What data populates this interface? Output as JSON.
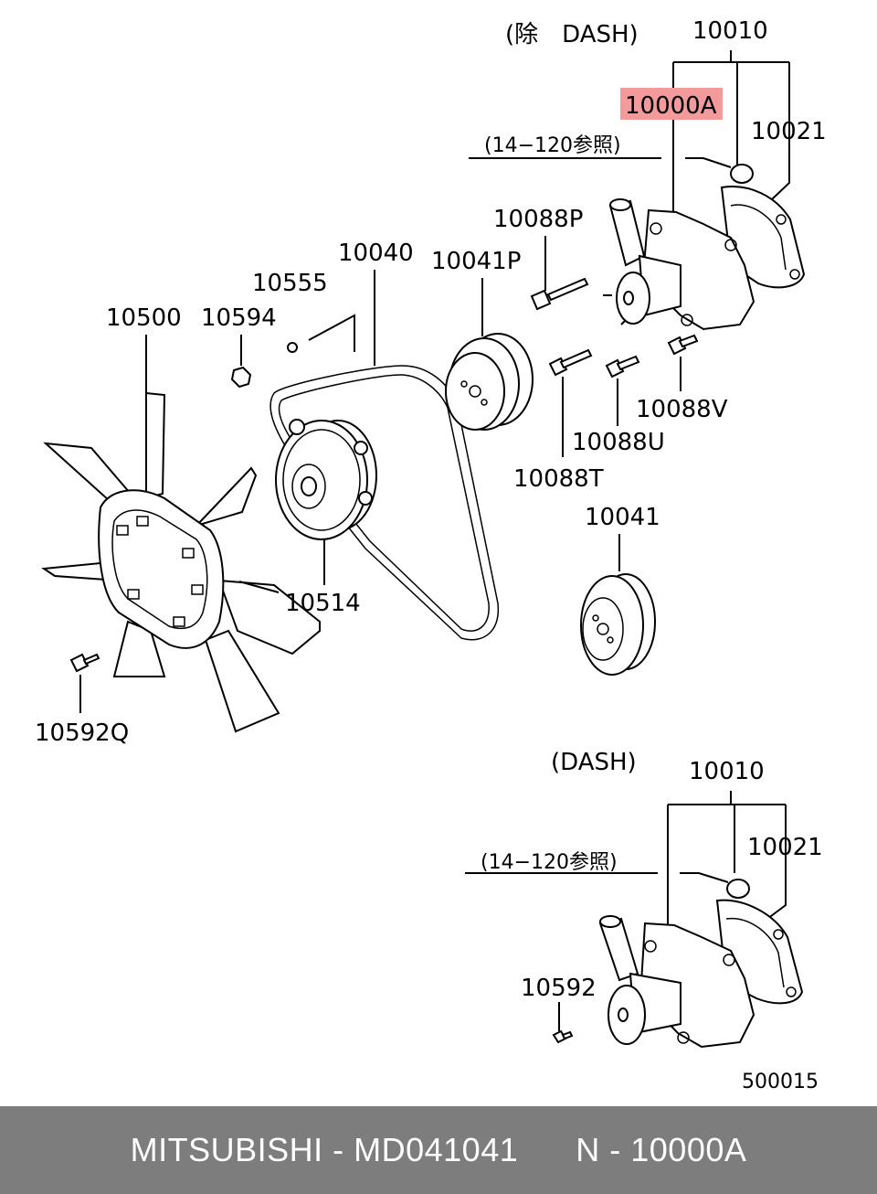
{
  "diagram": {
    "variant_top_note": "(除　DASH)",
    "variant_bottom_note": "(DASH)",
    "ref_note_top": "(14−120参照)",
    "ref_note_bottom": "(14−120参照)",
    "highlight_color": "#f29a9c",
    "labels": {
      "p10010_top": "10010",
      "p10000A": "10000A",
      "p10021_top": "10021",
      "p10088P": "10088P",
      "p10040": "10040",
      "p10041P": "10041P",
      "p10555": "10555",
      "p10500": "10500",
      "p10594": "10594",
      "p10088V": "10088V",
      "p10088U": "10088U",
      "p10088T": "10088T",
      "p10041": "10041",
      "p10514": "10514",
      "p10592Q": "10592Q",
      "p10010_bottom": "10010",
      "p10021_bottom": "10021",
      "p10592": "10592"
    },
    "figure_number": "500015"
  },
  "footer": {
    "text": "MITSUBISHI - MD041041      N - 10000A"
  }
}
